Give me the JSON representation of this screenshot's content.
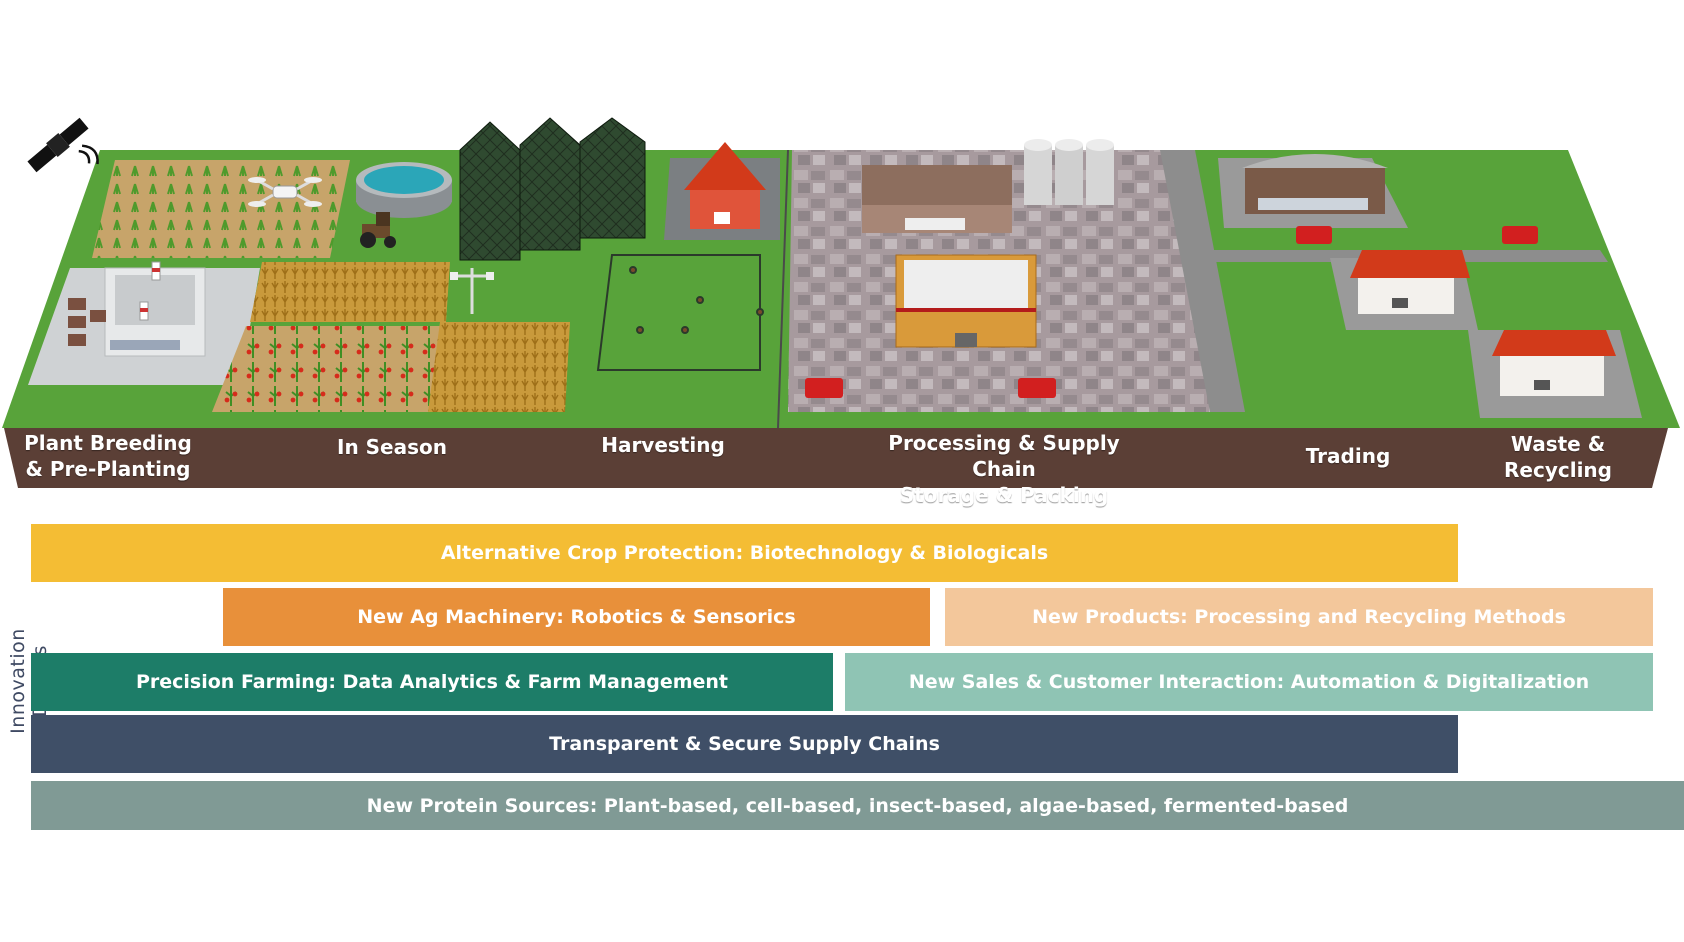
{
  "stages": [
    {
      "label": "Plant Breeding\n& Pre-Planting"
    },
    {
      "label": "In Season"
    },
    {
      "label": "Harvesting"
    },
    {
      "label": "Processing & Supply Chain\nStorage & Packing"
    },
    {
      "label": "Trading"
    },
    {
      "label": "Waste &\nRecycling"
    }
  ],
  "axis_label": "Innovation Drivers",
  "drivers": [
    {
      "label": "Alternative Crop Protection: Biotechnology & Biologicals",
      "color": "#f4bd34"
    },
    {
      "label": "New Ag Machinery: Robotics & Sensorics",
      "color": "#e8903a"
    },
    {
      "label": "New Products: Processing and Recycling Methods",
      "color": "#f3c79b"
    },
    {
      "label": "Precision Farming: Data Analytics & Farm Management",
      "color": "#1d7d68"
    },
    {
      "label": "New Sales & Customer Interaction: Automation & Digitalization",
      "color": "#8fc4b4"
    },
    {
      "label": "Transparent & Secure Supply Chains",
      "color": "#3f4f67"
    },
    {
      "label": "New Protein Sources: Plant-based, cell-based, insect-based, algae-based, fermented-based",
      "color": "#809a95"
    }
  ],
  "colors": {
    "grass": "#58a33a",
    "base": "#5b3f36",
    "road": "#8d8d8d",
    "roof": "#d23a1a"
  }
}
